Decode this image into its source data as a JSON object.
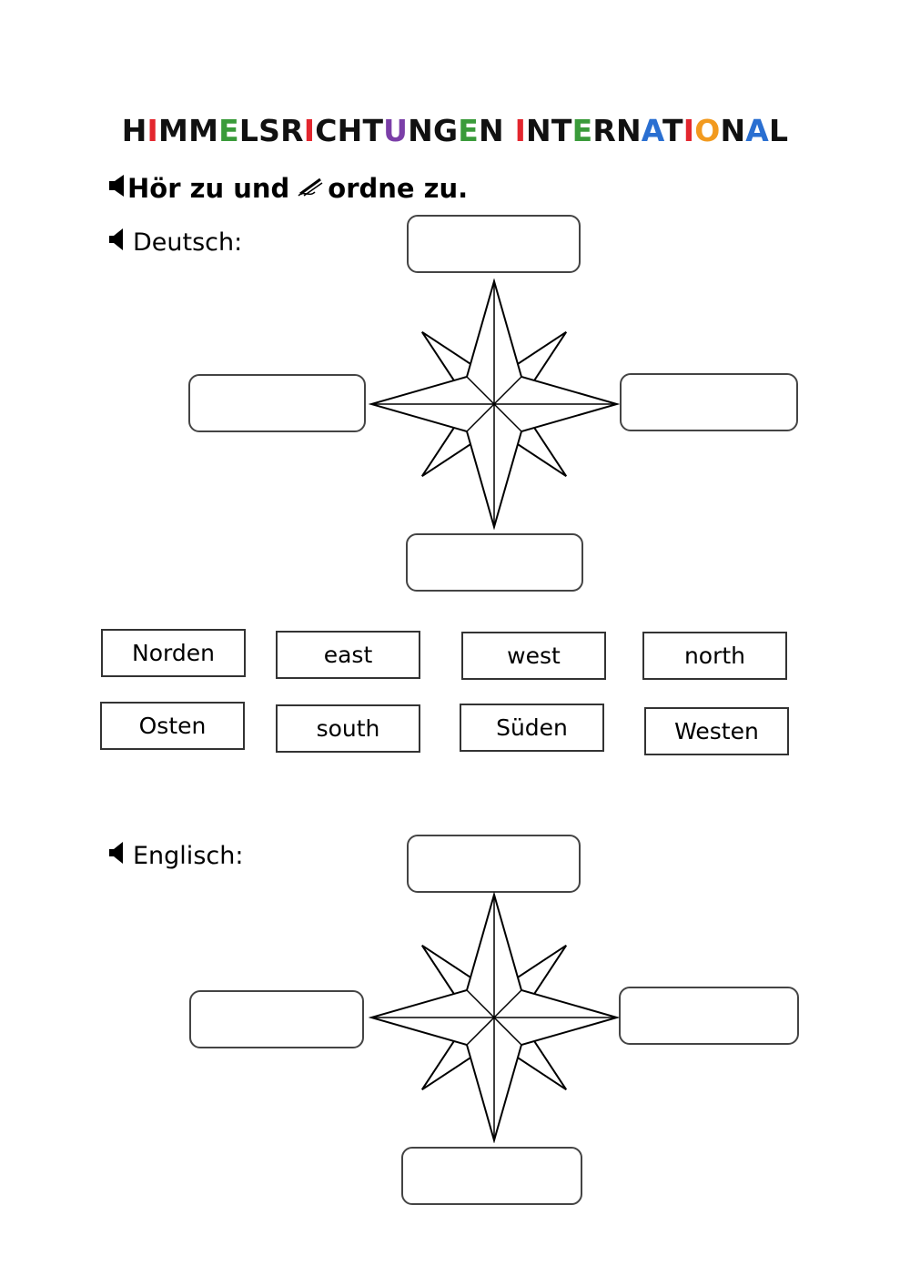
{
  "title": {
    "letters": [
      "H",
      "I",
      "M",
      "M",
      "E",
      "L",
      "S",
      "R",
      "I",
      "C",
      "H",
      "T",
      "U",
      "N",
      "G",
      "E",
      "N",
      " ",
      "I",
      "N",
      "T",
      "E",
      "R",
      "N",
      "A",
      "T",
      "I",
      "O",
      "N",
      "A",
      "L"
    ],
    "colors": [
      "#111111",
      "#e3262e",
      "#111111",
      "#111111",
      "#3a9b3a",
      "#111111",
      "#111111",
      "#111111",
      "#e3262e",
      "#111111",
      "#111111",
      "#111111",
      "#7b3fa8",
      "#111111",
      "#111111",
      "#3a9b3a",
      "#111111",
      "#111111",
      "#e3262e",
      "#111111",
      "#111111",
      "#3a9b3a",
      "#111111",
      "#111111",
      "#2a6fd1",
      "#111111",
      "#e3262e",
      "#f29a1f",
      "#111111",
      "#2a6fd1",
      "#111111"
    ]
  },
  "instruction": {
    "part1": "Hör zu und ",
    "part2": "ordne zu.",
    "audio_icon": "speaker-icon",
    "write_icon": "pencil-icon"
  },
  "sections": {
    "deutsch": {
      "label": "Deutsch:"
    },
    "englisch": {
      "label": "Englisch:"
    }
  },
  "word_bank": [
    "Norden",
    "east",
    "west",
    "north",
    "Osten",
    "south",
    "Süden",
    "Westen"
  ]
}
